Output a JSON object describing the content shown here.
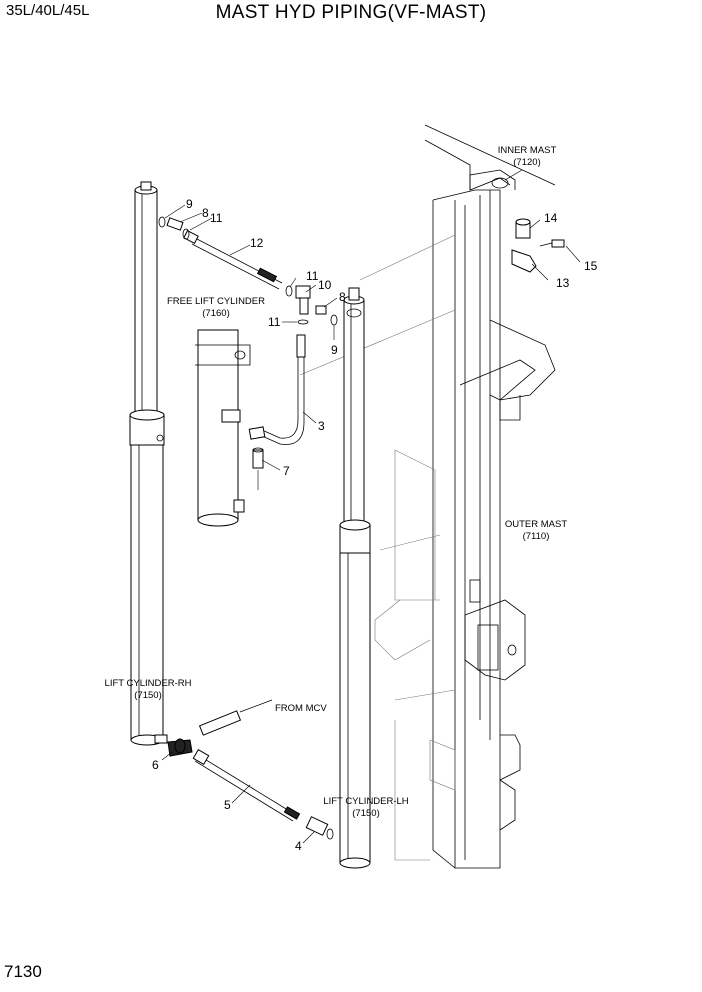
{
  "header": {
    "model": "35L/40L/45L",
    "title": "MAST HYD PIPING(VF-MAST)"
  },
  "footer": {
    "page_number": "7130"
  },
  "assemblies": {
    "inner_mast": {
      "name": "INNER MAST",
      "code": "(7120)"
    },
    "outer_mast": {
      "name": "OUTER MAST",
      "code": "(7110)"
    },
    "free_lift_cylinder": {
      "name": "FREE LIFT CYLINDER",
      "code": "(7160)"
    },
    "lift_cylinder_rh": {
      "name": "LIFT CYLINDER-RH",
      "code": "(7150)"
    },
    "lift_cylinder_lh": {
      "name": "LIFT CYLINDER-LH",
      "code": "(7150)"
    },
    "from_mcv": {
      "name": "FROM MCV"
    }
  },
  "callouts": {
    "c3": "3",
    "c4": "4",
    "c5": "5",
    "c6": "6",
    "c7": "7",
    "c8a": "8",
    "c8b": "8",
    "c9a": "9",
    "c9b": "9",
    "c10": "10",
    "c11a": "11",
    "c11b": "11",
    "c11c": "11",
    "c12": "12",
    "c13": "13",
    "c14": "14",
    "c15": "15"
  }
}
